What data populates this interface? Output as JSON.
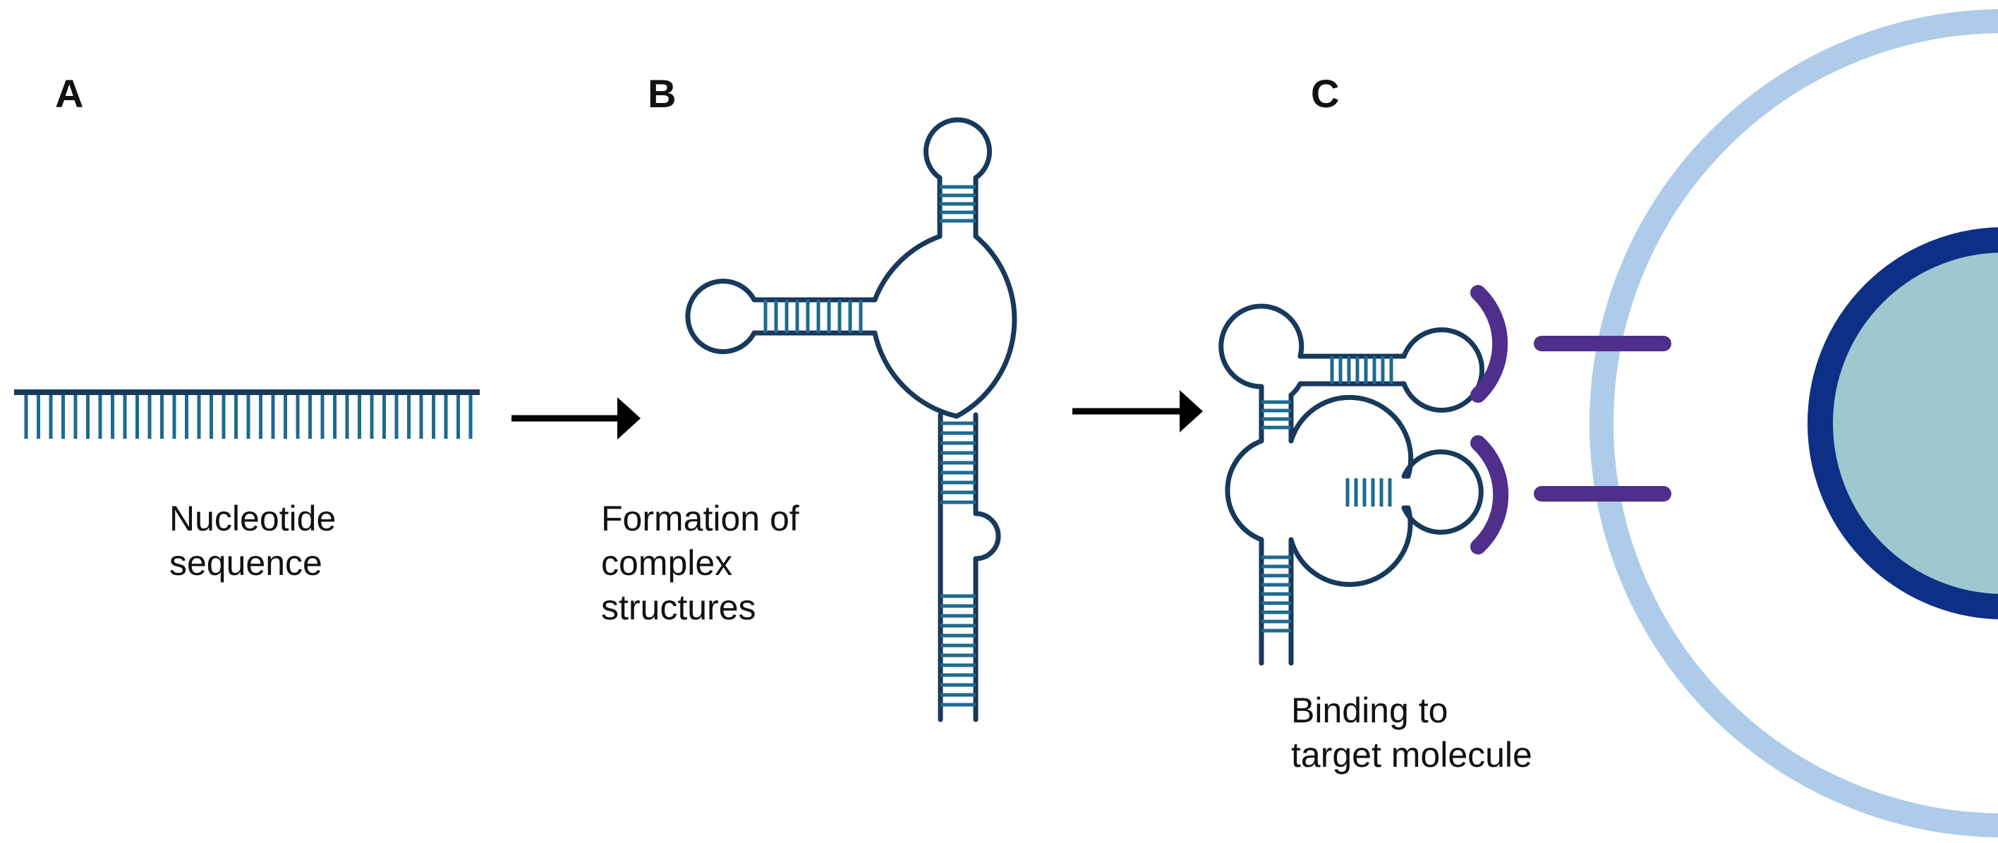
{
  "panels": {
    "a": {
      "letter": "A",
      "caption_lines": [
        "Nucleotide",
        "sequence"
      ]
    },
    "b": {
      "letter": "B",
      "caption_lines": [
        "Formation of",
        "complex",
        "structures"
      ]
    },
    "c": {
      "letter": "C",
      "caption_lines": [
        "Binding to",
        "target molecule"
      ]
    }
  },
  "colors": {
    "strand": "#17395c",
    "base": "#1e6a90",
    "arrow": "#000000",
    "receptor": "#4f2e8c",
    "membrane": "#aecbea",
    "nucleus_border": "#0d2f86",
    "nucleus_fill": "#9fc7d0"
  }
}
